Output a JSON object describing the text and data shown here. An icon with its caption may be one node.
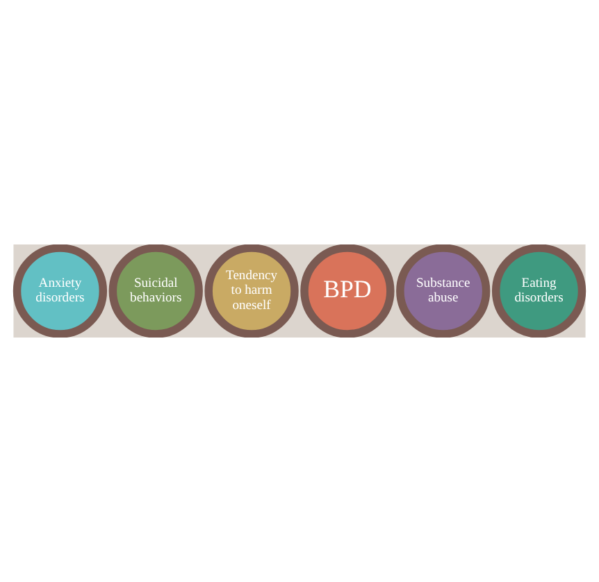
{
  "diagram": {
    "nodes": [
      {
        "text": [
          "Anxiety disorders"
        ]
      },
      {
        "text": [
          "Suicidal behaviors"
        ]
      },
      {
        "text": [
          "Tendency to harm oneself"
        ]
      },
      {
        "text": [
          "BPD"
        ]
      },
      {
        "text": [
          "Substance abuse"
        ]
      },
      {
        "text": [
          "Eating disorders"
        ]
      }
    ]
  }
}
